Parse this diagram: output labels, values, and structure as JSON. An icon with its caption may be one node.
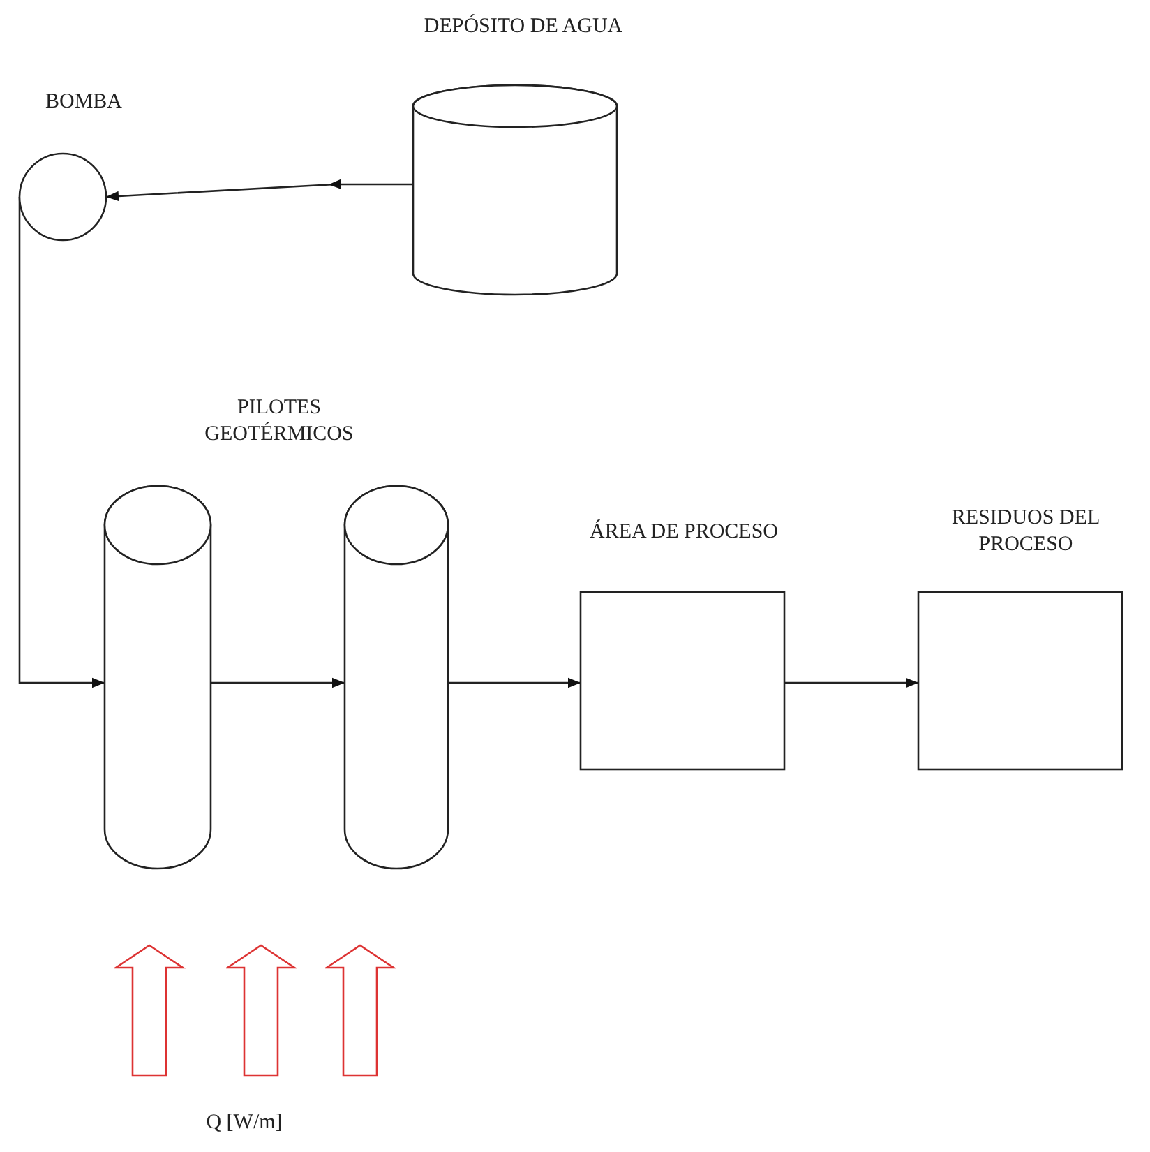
{
  "diagram": {
    "nodes": [
      {
        "text": [
          "DEPÓSITO DE AGUA"
        ]
      },
      {
        "text": [
          "BOMBA"
        ]
      },
      {
        "text": [],
        "shape": "cylinder"
      },
      {
        "text": [],
        "shape": "cylinder"
      },
      {
        "text": [
          "ÁREA DE PROCESO"
        ]
      },
      {
        "text": [
          "RESIDUOS DEL PROCESO"
        ]
      }
    ],
    "edges": [
      {
        "from": 0,
        "to": 1,
        "arrow": "to"
      },
      {
        "from": 1,
        "to": 2,
        "arrow": "to"
      },
      {
        "from": 2,
        "to": 3,
        "arrow": "to"
      },
      {
        "from": 3,
        "to": 4,
        "arrow": "to"
      },
      {
        "from": 4,
        "to": 5,
        "arrow": "to"
      }
    ],
    "labels": [
      "PILOTES GEOTÉRMICOS",
      "Q [W/m]"
    ]
  }
}
